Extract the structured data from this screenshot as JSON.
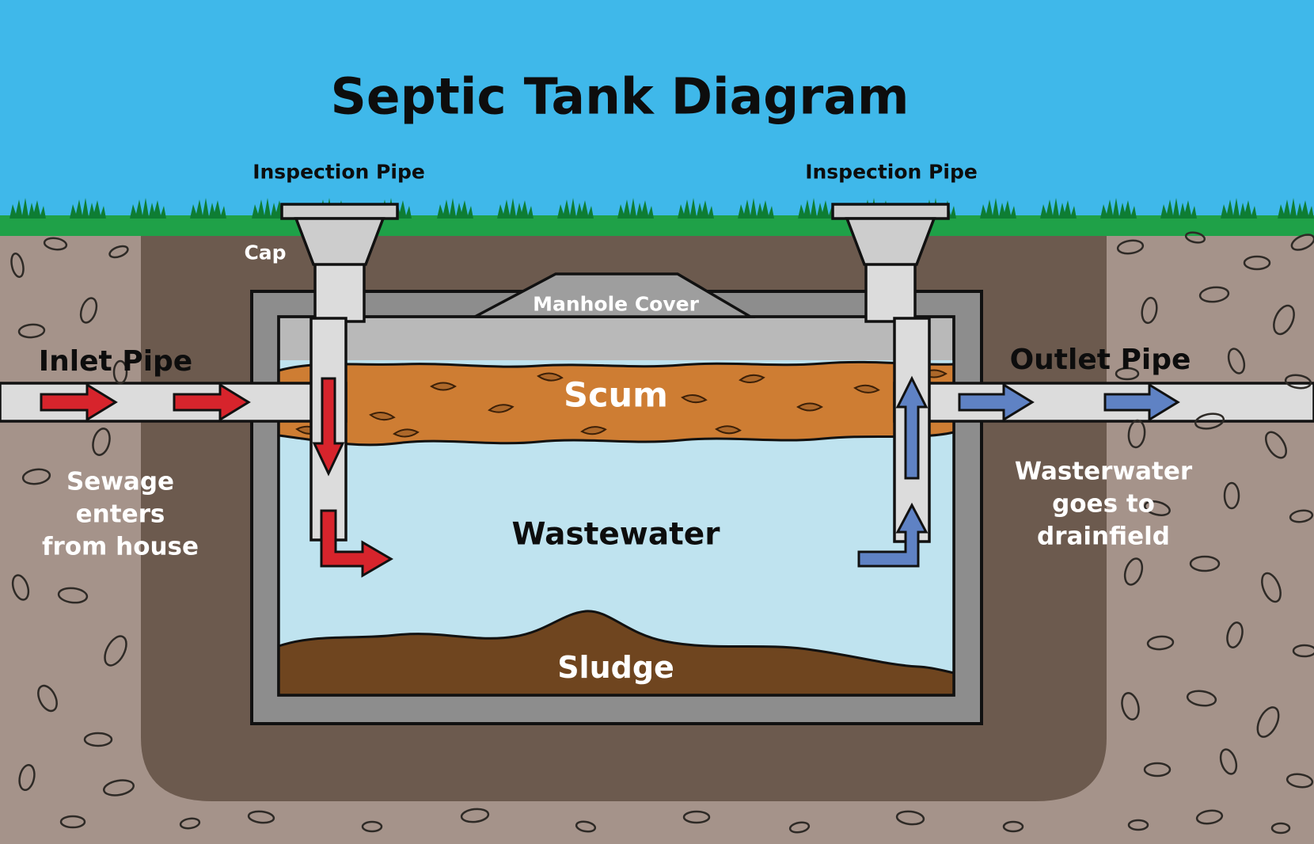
{
  "title": "Septic Tank Diagram",
  "labels": {
    "inspection_pipe_left": "Inspection Pipe",
    "inspection_pipe_right": "Inspection Pipe",
    "cap": "Cap",
    "manhole_cover": "Manhole Cover",
    "inlet_pipe": "Inlet Pipe",
    "outlet_pipe": "Outlet Pipe",
    "scum": "Scum",
    "wastewater": "Wastewater",
    "sludge": "Sludge",
    "inlet_note": "Sewage\nenters\nfrom house",
    "outlet_note": "Wasterwater\ngoes to\ndrainfield"
  },
  "colors": {
    "sky": "#3FB8EA",
    "grass": "#1FA148",
    "grass_dark": "#0E7D33",
    "soil": "#A5938A",
    "excavation": "#6C5A4E",
    "outline": "#111111",
    "tank_wall": "#8D8D8D",
    "tank_head": "#B9B9B9",
    "manhole": "#9E9E9E",
    "scum": "#CE7D33",
    "scum_mark": "#3C2008",
    "wastewater": "#BFE3EF",
    "sludge": "#6F451F",
    "pipe": "#DCDCDC",
    "cap": "#CDCDCD",
    "arrow_red": "#D7242C",
    "arrow_blue": "#5F82C4",
    "pebble": "#2E2A26",
    "text_dark": "#0D0D0D",
    "text_light": "#FFFFFF"
  }
}
